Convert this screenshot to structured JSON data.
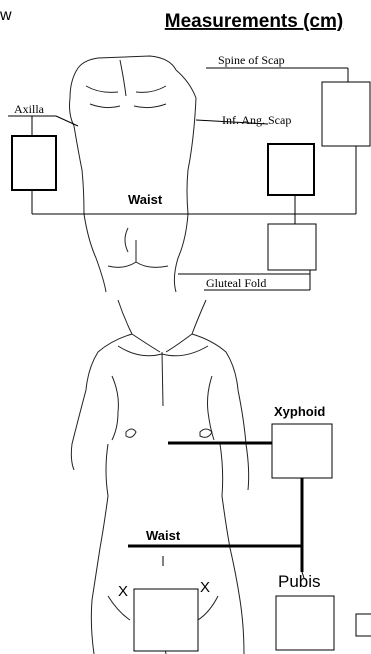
{
  "header": {
    "left_fragment": "w",
    "title": "Measurements (cm)"
  },
  "back_view": {
    "labels": {
      "spine_of_scap": "Spine of Scap",
      "axilla": "Axilla",
      "inf_ang_scap": "Inf. Ang. Scap",
      "waist": "Waist",
      "gluteal_fold": "Gluteal Fold"
    }
  },
  "front_view": {
    "labels": {
      "xyphoid": "Xyphoid",
      "waist": "Waist",
      "pubis": "Pubis",
      "x_left": "X",
      "x_right": "X"
    }
  }
}
